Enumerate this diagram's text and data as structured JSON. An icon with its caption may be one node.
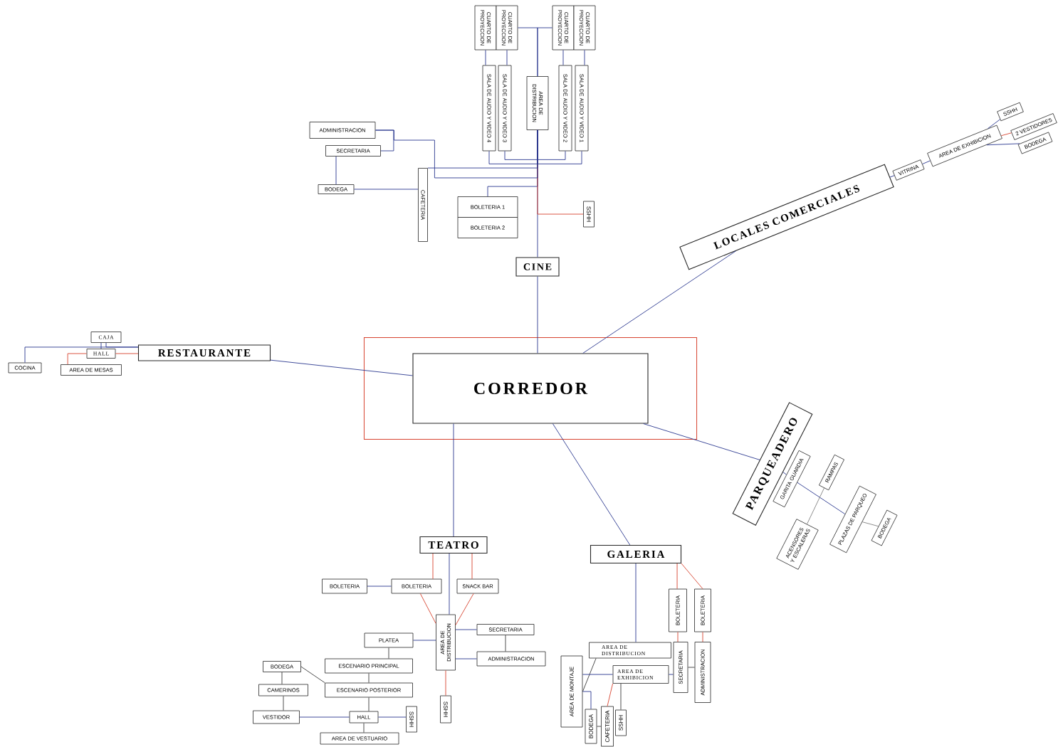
{
  "diagram": {
    "nodes": [
      {
        "text": [],
        "shape": "box"
      },
      {
        "text": [
          "CORREDOR"
        ],
        "in": 0
      },
      {
        "text": [
          "CINE"
        ]
      },
      {
        "text": [
          "BOLETERIA 1"
        ]
      },
      {
        "text": [
          "BOLETERIA 2"
        ]
      },
      {
        "text": [
          "SSHH"
        ]
      },
      {
        "text": [
          "CAFETERIA"
        ]
      },
      {
        "text": [
          "BODEGA"
        ]
      },
      {
        "text": [
          "SECRETARIA"
        ]
      },
      {
        "text": [
          "ADMINISTRACION"
        ]
      },
      {
        "text": [
          "AREA DE DISTRIBUCION"
        ]
      },
      {
        "text": [
          "SALA DE AUDIO Y VIDEO 4"
        ]
      },
      {
        "text": [
          "SALA DE AUDIO Y VIDEO 3"
        ]
      },
      {
        "text": [
          "SALA DE AUDIO Y VIDEO 2"
        ]
      },
      {
        "text": [
          "SALA DE AUDIO Y VIDEO 1"
        ]
      },
      {
        "text": [
          "CUARTO DE PROYECCION"
        ]
      },
      {
        "text": [
          "CUARTO DE PROYECCION"
        ]
      },
      {
        "text": [
          "CUARTO DE PROYECCION"
        ]
      },
      {
        "text": [
          "CUARTO DE PROYECCION"
        ]
      },
      {
        "text": [
          "LOCALES COMERCIALES"
        ]
      },
      {
        "text": [
          "VITRINA"
        ]
      },
      {
        "text": [
          "AREA DE EXHIBICION"
        ]
      },
      {
        "text": [
          "SSHH"
        ]
      },
      {
        "text": [
          "2 VESTIDORES"
        ]
      },
      {
        "text": [
          "BODEGA"
        ]
      },
      {
        "text": [
          "RESTAURANTE"
        ]
      },
      {
        "text": [
          "CAJA"
        ]
      },
      {
        "text": [
          "HALL"
        ]
      },
      {
        "text": [
          "AREA DE MESAS"
        ]
      },
      {
        "text": [
          "COCINA"
        ]
      },
      {
        "text": [
          "PARQUEADERO"
        ]
      },
      {
        "text": [
          "GARITA GUARDIA"
        ]
      },
      {
        "text": [
          "RAMPAS"
        ]
      },
      {
        "text": [
          "ACENSORES Y ESCALERAS"
        ]
      },
      {
        "text": [
          "PLAZAS DE PARQUEO"
        ]
      },
      {
        "text": [
          "BODEGA"
        ]
      },
      {
        "text": [
          "TEATRO"
        ]
      },
      {
        "text": [
          "BOLETERIA"
        ]
      },
      {
        "text": [
          "BOLETERIA"
        ]
      },
      {
        "text": [
          "SNACK BAR"
        ]
      },
      {
        "text": [
          "AREA DE DISTRIBUCION"
        ]
      },
      {
        "text": [
          "SECRETARIA"
        ]
      },
      {
        "text": [
          "ADMINISTRACION"
        ]
      },
      {
        "text": [
          "PLATEA"
        ]
      },
      {
        "text": [
          "ESCENARIO PRINCIPAL"
        ]
      },
      {
        "text": [
          "ESCENARIO POSTERIOR"
        ]
      },
      {
        "text": [
          "BODEGA"
        ]
      },
      {
        "text": [
          "CAMERINOS"
        ]
      },
      {
        "text": [
          "VESTIDOR"
        ]
      },
      {
        "text": [
          "HALL"
        ]
      },
      {
        "text": [
          "SSHH"
        ]
      },
      {
        "text": [
          "AREA DE VESTUARIO"
        ]
      },
      {
        "text": [
          "SSHH"
        ]
      },
      {
        "text": [
          "GALERIA"
        ]
      },
      {
        "text": [
          "BOLETERIA"
        ]
      },
      {
        "text": [
          "BOLETERIA"
        ]
      },
      {
        "text": [
          "AREA DE DISTRIBUCION"
        ]
      },
      {
        "text": [
          "AREA DE MONTAJE"
        ]
      },
      {
        "text": [
          "AREA DE EXHIBICION"
        ]
      },
      {
        "text": [
          "SECRETARIA"
        ]
      },
      {
        "text": [
          "ADMINISTRACION"
        ]
      },
      {
        "text": [
          "BODEGA"
        ]
      },
      {
        "text": [
          "CAFETERIA"
        ]
      },
      {
        "text": [
          "SSHH"
        ]
      }
    ],
    "edges": [
      {
        "from": 25,
        "to": 1,
        "arrow": "none"
      },
      {
        "from": 2,
        "to": 1,
        "arrow": "none"
      },
      {
        "from": 19,
        "to": 1,
        "arrow": "none"
      },
      {
        "from": 1,
        "to": 30,
        "arrow": "none"
      },
      {
        "from": 1,
        "to": 36,
        "arrow": "none"
      },
      {
        "from": 1,
        "to": 53,
        "arrow": "none"
      },
      {
        "from": 10,
        "to": 2,
        "arrow": "none"
      },
      {
        "from": 3,
        "to": 10,
        "arrow": "none"
      },
      {
        "from": 5,
        "to": 10,
        "arrow": "none",
        "color": "#d7432f"
      },
      {
        "from": 6,
        "to": 10,
        "arrow": "none"
      },
      {
        "from": 7,
        "to": 6,
        "arrow": "none"
      },
      {
        "from": 7,
        "to": 8,
        "arrow": "none"
      },
      {
        "from": 8,
        "to": 9,
        "arrow": "none"
      },
      {
        "from": 9,
        "to": 10,
        "arrow": "none"
      },
      {
        "from": 11,
        "to": 10,
        "arrow": "none"
      },
      {
        "from": 12,
        "to": 10,
        "arrow": "none"
      },
      {
        "from": 13,
        "to": 10,
        "arrow": "none"
      },
      {
        "from": 14,
        "to": 10,
        "arrow": "none"
      },
      {
        "from": 15,
        "to": 11,
        "arrow": "none"
      },
      {
        "from": 16,
        "to": 12,
        "arrow": "none"
      },
      {
        "from": 17,
        "to": 13,
        "arrow": "none"
      },
      {
        "from": 18,
        "to": 14,
        "arrow": "none"
      },
      {
        "from": 16,
        "to": 10,
        "arrow": "none"
      },
      {
        "from": 17,
        "to": 10,
        "arrow": "none"
      },
      {
        "from": 19,
        "to": 20,
        "arrow": "none"
      },
      {
        "from": 20,
        "to": 21,
        "arrow": "none"
      },
      {
        "from": 21,
        "to": 22,
        "arrow": "none"
      },
      {
        "from": 21,
        "to": 23,
        "arrow": "none",
        "color": "#d7432f"
      },
      {
        "from": 21,
        "to": 24,
        "arrow": "none"
      },
      {
        "from": 26,
        "to": 25,
        "arrow": "none"
      },
      {
        "from": 29,
        "to": 25,
        "arrow": "none"
      },
      {
        "from": 27,
        "to": 25,
        "arrow": "none",
        "color": "#d7432f"
      },
      {
        "from": 27,
        "to": 28,
        "arrow": "none",
        "color": "#d7432f"
      },
      {
        "from": 27,
        "to": 26,
        "arrow": "none"
      },
      {
        "from": 30,
        "to": 31,
        "arrow": "none"
      },
      {
        "from": 31,
        "to": 34,
        "arrow": "none"
      },
      {
        "from": 32,
        "to": 33,
        "arrow": "none",
        "color": "#808080"
      },
      {
        "from": 34,
        "to": 35,
        "arrow": "none",
        "color": "#808080"
      },
      {
        "from": 36,
        "to": 38,
        "arrow": "none",
        "color": "#d7432f"
      },
      {
        "from": 36,
        "to": 39,
        "arrow": "none",
        "color": "#d7432f"
      },
      {
        "from": 36,
        "to": 40,
        "arrow": "none"
      },
      {
        "from": 37,
        "to": 38,
        "arrow": "none"
      },
      {
        "from": 38,
        "to": 40,
        "arrow": "none",
        "color": "#d7432f"
      },
      {
        "from": 39,
        "to": 40,
        "arrow": "none",
        "color": "#d7432f"
      },
      {
        "from": 40,
        "to": 41,
        "arrow": "none"
      },
      {
        "from": 40,
        "to": 42,
        "arrow": "none"
      },
      {
        "from": 41,
        "to": 42,
        "arrow": "none",
        "color": "#3a3a3a"
      },
      {
        "from": 43,
        "to": 40,
        "arrow": "none"
      },
      {
        "from": 43,
        "to": 44,
        "arrow": "none",
        "color": "#3a3a3a"
      },
      {
        "from": 44,
        "to": 45,
        "arrow": "none",
        "color": "#3a3a3a"
      },
      {
        "from": 45,
        "to": 46,
        "arrow": "none",
        "color": "#3a3a3a"
      },
      {
        "from": 46,
        "to": 47,
        "arrow": "none",
        "color": "#3a3a3a"
      },
      {
        "from": 47,
        "to": 48,
        "arrow": "none",
        "color": "#3a3a3a"
      },
      {
        "from": 45,
        "to": 49,
        "arrow": "none",
        "color": "#3a3a3a"
      },
      {
        "from": 48,
        "to": 49,
        "arrow": "none"
      },
      {
        "from": 49,
        "to": 50,
        "arrow": "none"
      },
      {
        "from": 49,
        "to": 51,
        "arrow": "none",
        "color": "#3a3a3a"
      },
      {
        "from": 40,
        "to": 52,
        "arrow": "none",
        "color": "#d7432f"
      },
      {
        "from": 53,
        "to": 56,
        "arrow": "none"
      },
      {
        "from": 53,
        "to": 54,
        "arrow": "none",
        "color": "#d7432f"
      },
      {
        "from": 53,
        "to": 55,
        "arrow": "none",
        "color": "#d7432f"
      },
      {
        "from": 54,
        "to": 59,
        "arrow": "none",
        "color": "#d7432f"
      },
      {
        "from": 55,
        "to": 60,
        "arrow": "none",
        "color": "#d7432f"
      },
      {
        "from": 56,
        "to": 57,
        "arrow": "none",
        "color": "#3a3a3a"
      },
      {
        "from": 58,
        "to": 57,
        "arrow": "none"
      },
      {
        "from": 58,
        "to": 59,
        "arrow": "none"
      },
      {
        "from": 59,
        "to": 60,
        "arrow": "none",
        "color": "#3a3a3a"
      },
      {
        "from": 61,
        "to": 57,
        "arrow": "none"
      },
      {
        "from": 58,
        "to": 62,
        "arrow": "none",
        "color": "#d7432f"
      },
      {
        "from": 58,
        "to": 63,
        "arrow": "none",
        "color": "#3a3a3a"
      },
      {
        "from": 62,
        "to": 61,
        "arrow": "none",
        "color": "#3a3a3a"
      }
    ]
  }
}
